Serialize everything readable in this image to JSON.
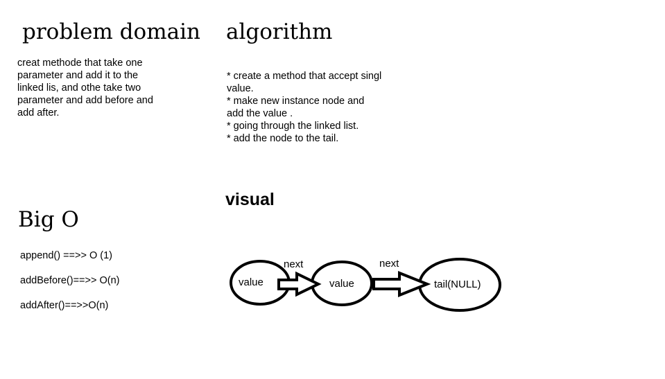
{
  "sections": {
    "problem_domain": {
      "heading": "problem domain",
      "lines": [
        "creat methode that take one",
        "parameter and add it to the",
        "linked lis, and othe take two",
        "parameter and add before and",
        "add after."
      ]
    },
    "algorithm": {
      "heading": "algorithm",
      "lines": [
        "* create a method that accept singl",
        "value.",
        "* make new instance node and",
        "add the value .",
        "* going through the  linked list.",
        "* add the node to the tail."
      ]
    },
    "big_o": {
      "heading": "Big O",
      "lines": [
        "append() ==>> O (1)",
        "addBefore()==>> O(n)",
        "addAfter()==>>O(n)"
      ]
    },
    "visual": {
      "heading": "visual",
      "nodes": [
        "value",
        "value",
        "tail(NULL)"
      ],
      "edges": [
        {
          "from": 0,
          "to": 1,
          "label": "next"
        },
        {
          "from": 1,
          "to": 2,
          "label": "next"
        }
      ]
    }
  }
}
